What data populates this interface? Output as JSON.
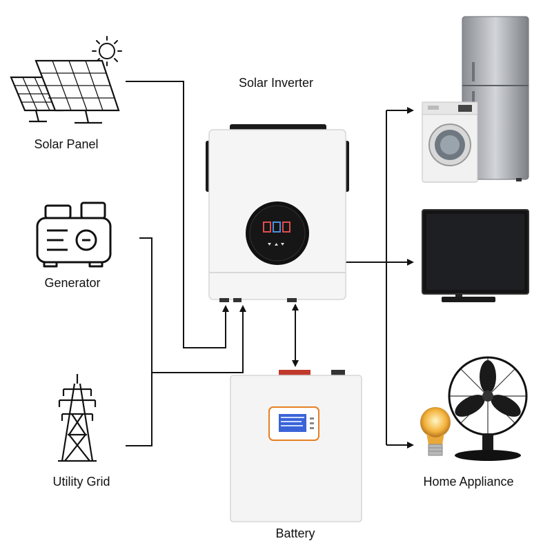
{
  "diagram": {
    "labels": {
      "solar_panel": "Solar Panel",
      "generator": "Generator",
      "utility_grid": "Utility Grid",
      "solar_inverter": "Solar Inverter",
      "battery": "Battery",
      "home_appliance": "Home Appliance"
    },
    "colors": {
      "line": "#111111",
      "device_white": "#f4f4f4",
      "accent_orange": "#e67e22",
      "screen_blue": "#3b63d8",
      "bulb_glow": "#f3b23a"
    },
    "icons": [
      "sun-icon",
      "solar-panel-icon",
      "generator-icon",
      "pylon-icon",
      "inverter-icon",
      "battery-icon",
      "refrigerator-icon",
      "washing-machine-icon",
      "television-icon",
      "fan-icon",
      "light-bulb-icon"
    ]
  }
}
